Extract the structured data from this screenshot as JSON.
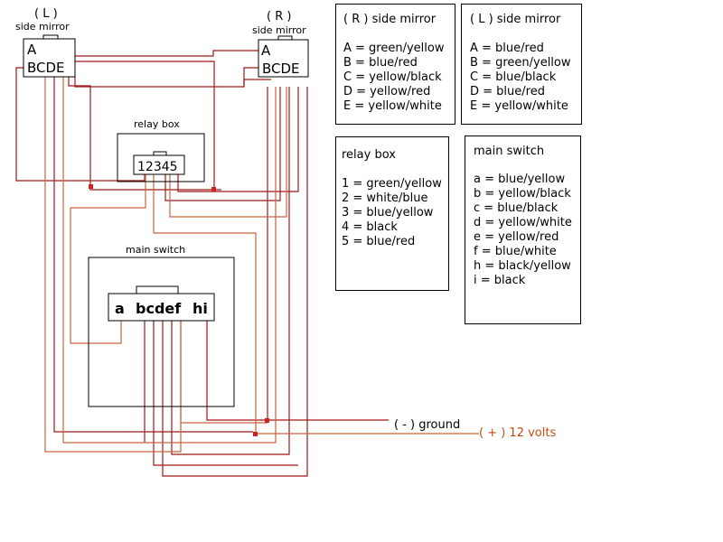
{
  "left_mirror": {
    "side": "( L )",
    "label": "side mirror",
    "pin_a": "A",
    "pins": "BCDE"
  },
  "right_mirror": {
    "side": "( R )",
    "label": "side mirror",
    "pin_a": "A",
    "pins": "BCDE"
  },
  "relay_box": {
    "label": "relay box",
    "pins": "12345"
  },
  "main_switch": {
    "label": "main switch",
    "pin_a": "a",
    "pins_mid": "bcdef",
    "pins_right": "hi"
  },
  "ground": {
    "label": "( - ) ground"
  },
  "power": {
    "label": "( + ) 12 volts",
    "color": "#c84b12"
  },
  "wire_colors": {
    "dark_red": "#a01818",
    "orange_red": "#c8643c",
    "junction": "#d02020"
  },
  "legends": {
    "r_mirror": {
      "title": "( R ) side mirror",
      "items": [
        "A = green/yellow",
        "B = blue/red",
        "C = yellow/black",
        "D = yellow/red",
        "E = yellow/white"
      ]
    },
    "l_mirror": {
      "title": "( L ) side mirror",
      "items": [
        "A = blue/red",
        "B = green/yellow",
        "C = blue/black",
        "D = blue/red",
        "E = yellow/white"
      ]
    },
    "relay": {
      "title": "relay box",
      "items": [
        "1 = green/yellow",
        "2 = white/blue",
        "3 = blue/yellow",
        "4 = black",
        "5 = blue/red"
      ]
    },
    "switch": {
      "title": "main switch",
      "items": [
        "a = blue/yellow",
        "b = yellow/black",
        "c = blue/black",
        "d = yellow/white",
        "e = yellow/red",
        "f = blue/white",
        "h = black/yellow",
        "i = black"
      ]
    }
  }
}
